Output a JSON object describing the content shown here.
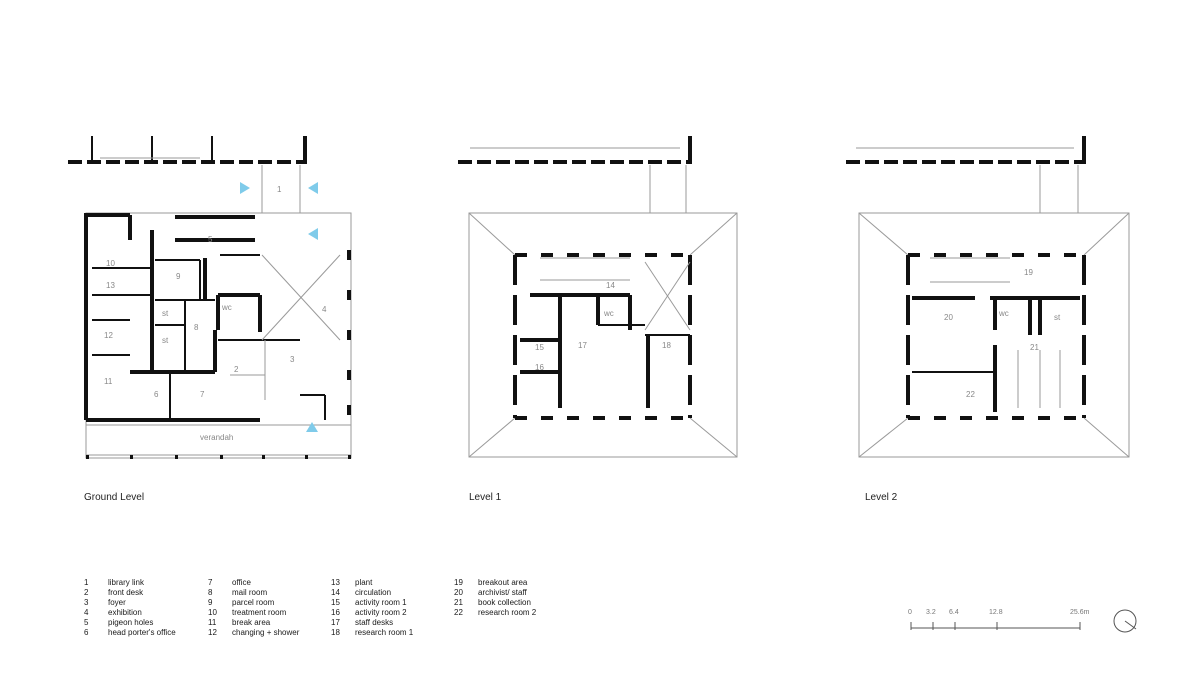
{
  "plans": {
    "ground": {
      "title": "Ground Level",
      "verandah": "verandah"
    },
    "level1": {
      "title": "Level 1"
    },
    "level2": {
      "title": "Level 2"
    }
  },
  "rooms_ground": [
    "1",
    "2",
    "3",
    "4",
    "5",
    "6",
    "7",
    "8",
    "9",
    "10",
    "11",
    "12",
    "13",
    "wc",
    "st",
    "st"
  ],
  "rooms_l1": [
    "14",
    "15",
    "16",
    "17",
    "18",
    "wc"
  ],
  "rooms_l2": [
    "19",
    "20",
    "21",
    "22",
    "wc",
    "st"
  ],
  "legend": {
    "col1": [
      {
        "n": "1",
        "label": "library link"
      },
      {
        "n": "2",
        "label": "front desk"
      },
      {
        "n": "3",
        "label": "foyer"
      },
      {
        "n": "4",
        "label": "exhibition"
      },
      {
        "n": "5",
        "label": "pigeon holes"
      },
      {
        "n": "6",
        "label": "head porter's office"
      }
    ],
    "col2": [
      {
        "n": "7",
        "label": "office"
      },
      {
        "n": "8",
        "label": "mail room"
      },
      {
        "n": "9",
        "label": "parcel room"
      },
      {
        "n": "10",
        "label": "treatment room"
      },
      {
        "n": "11",
        "label": "break area"
      },
      {
        "n": "12",
        "label": "changing + shower"
      }
    ],
    "col3": [
      {
        "n": "13",
        "label": "plant"
      },
      {
        "n": "14",
        "label": "circulation"
      },
      {
        "n": "15",
        "label": "activity room 1"
      },
      {
        "n": "16",
        "label": "activity room 2"
      },
      {
        "n": "17",
        "label": "staff desks"
      },
      {
        "n": "18",
        "label": "research room 1"
      }
    ],
    "col4": [
      {
        "n": "19",
        "label": "breakout area"
      },
      {
        "n": "20",
        "label": "archivist/ staff"
      },
      {
        "n": "21",
        "label": "book collection"
      },
      {
        "n": "22",
        "label": "research room 2"
      }
    ]
  },
  "scale": {
    "ticks": [
      "0",
      "3.2",
      "6.4",
      "12.8",
      "25.6m"
    ]
  }
}
